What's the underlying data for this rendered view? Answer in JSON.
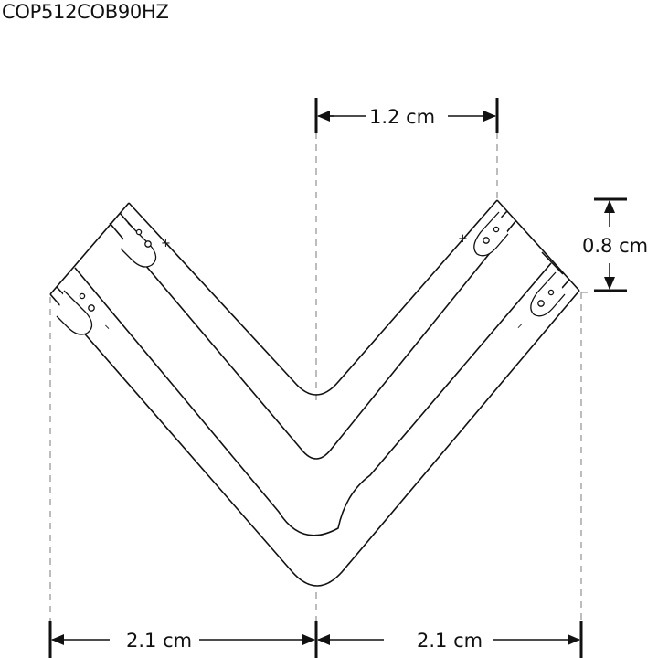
{
  "title": "COP512COB90HZ",
  "dimensions": {
    "top_width": "1.2 cm",
    "height": "0.8 cm",
    "bottom_left": "2.1 cm",
    "bottom_right": "2.1 cm"
  },
  "polarity": {
    "left_top": "+",
    "left_bottom": "–",
    "right_top": "+",
    "right_bottom": "–"
  },
  "colors": {
    "line": "#111111",
    "dash": "#999999"
  }
}
